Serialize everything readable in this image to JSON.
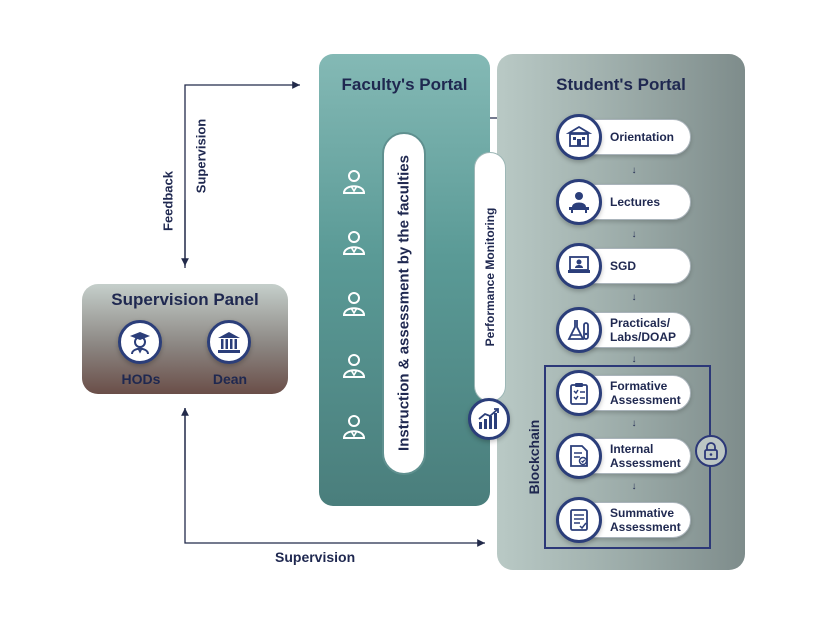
{
  "supervision_panel": {
    "title": "Supervision Panel",
    "roles": [
      {
        "label": "HODs",
        "icon": "graduate-icon"
      },
      {
        "label": "Dean",
        "icon": "institution-icon"
      }
    ]
  },
  "faculty_portal": {
    "title": "Faculty's Portal",
    "instruction_label": "Instruction & assessment by the faculties",
    "faculty_icon_count": 5,
    "performance_label": "Performance Monitoring"
  },
  "student_portal": {
    "title": "Student's Portal",
    "steps": [
      {
        "label": "Orientation",
        "icon": "building-icon"
      },
      {
        "label": "Lectures",
        "icon": "lecture-icon"
      },
      {
        "label": "SGD",
        "icon": "group-study-icon"
      },
      {
        "label": "Practicals/ Labs/DOAP",
        "icon": "lab-flask-icon"
      },
      {
        "label": "Formative Assessment",
        "icon": "clipboard-icon"
      },
      {
        "label": "Internal Assessment",
        "icon": "document-check-icon"
      },
      {
        "label": "Summative Assessment",
        "icon": "report-icon"
      }
    ],
    "blockchain_label": "Blockchain"
  },
  "connectors": {
    "feedback_label": "Feedback",
    "supervision_top_label": "Supervision",
    "supervision_bottom_label": "Supervision"
  },
  "colors": {
    "navy": "#1f2850",
    "faculty_teal": "#5a9a96",
    "student_grey": "#a3b3b0",
    "badge_border": "#2b3e7a"
  }
}
